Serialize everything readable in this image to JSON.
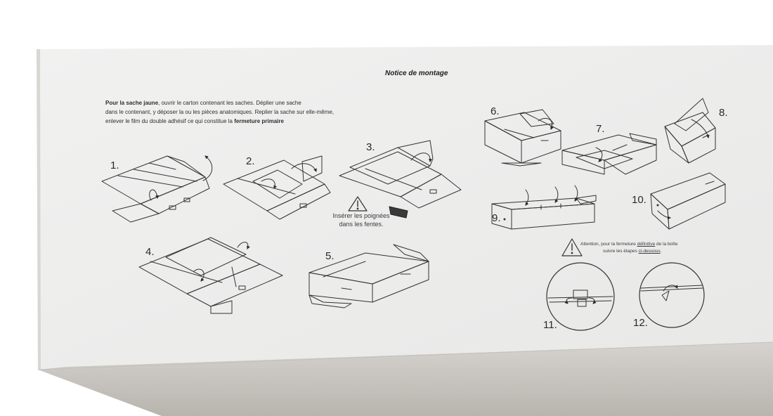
{
  "notice": {
    "title": "Notice de montage",
    "intro": {
      "lead_bold": "Pour la sache jaune",
      "text_1": ", ouvrir le carton contenant les saches. Déplier une sache",
      "text_2": "dans le contenant, y déposer la ou les pièces anatomiques. Replier la sache sur elle-même,",
      "text_3": "enlever le film du double adhésif ce qui constitue la ",
      "closing_bold": "fermeture primaire"
    },
    "steps": [
      "1.",
      "2.",
      "3.",
      "4.",
      "5.",
      "6.",
      "7.",
      "8.",
      "9.",
      "10.",
      "11.",
      "12."
    ],
    "warning_handles": {
      "line_1": "Insérer les poignées",
      "line_2": "dans les fentes."
    },
    "attention": {
      "line_1_start": "Attention, pour la fermeture ",
      "line_1_underlined": "définitive",
      "line_1_end": " de la boîte",
      "line_2_start": "suivre les étapes ",
      "line_2_underlined": "ci-dessous",
      "line_2_end": "."
    }
  },
  "colors": {
    "background": "#ffffff",
    "box_face": "#eeeeee",
    "box_side": "#cbc8c4",
    "box_bottom": "#a9a5a0",
    "ink": "#2a2a2a"
  }
}
